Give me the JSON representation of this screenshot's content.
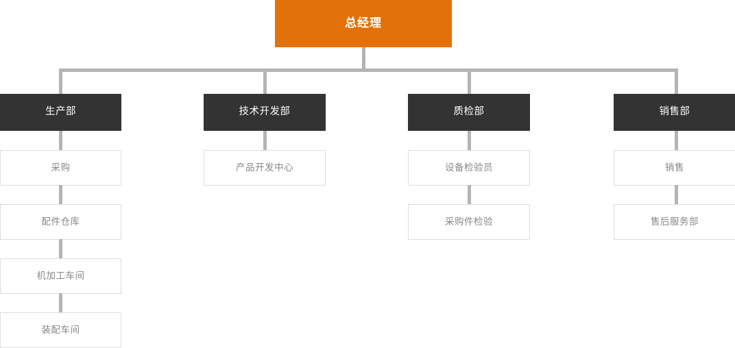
{
  "chart_title": "",
  "colors": {
    "root_bg": "#e2710a",
    "root_text": "#ffffff",
    "dept_bg": "#333333",
    "dept_text": "#ffffff",
    "sub_bg": "#ffffff",
    "sub_text": "#888888",
    "sub_border": "#dddddd",
    "connector": "#b4b4b4",
    "page_bg": "#ffffff"
  },
  "root": {
    "label": "总经理"
  },
  "departments": [
    {
      "label": "生产部",
      "children": [
        {
          "label": "采购"
        },
        {
          "label": "配件仓库"
        },
        {
          "label": "机加工车间"
        },
        {
          "label": "装配车间"
        }
      ]
    },
    {
      "label": "技术开发部",
      "children": [
        {
          "label": "产品开发中心"
        }
      ]
    },
    {
      "label": "质检部",
      "children": [
        {
          "label": "设备检验员"
        },
        {
          "label": "采购件检验"
        }
      ]
    },
    {
      "label": "销售部",
      "children": [
        {
          "label": "销售"
        },
        {
          "label": "售后服务部"
        }
      ]
    }
  ]
}
